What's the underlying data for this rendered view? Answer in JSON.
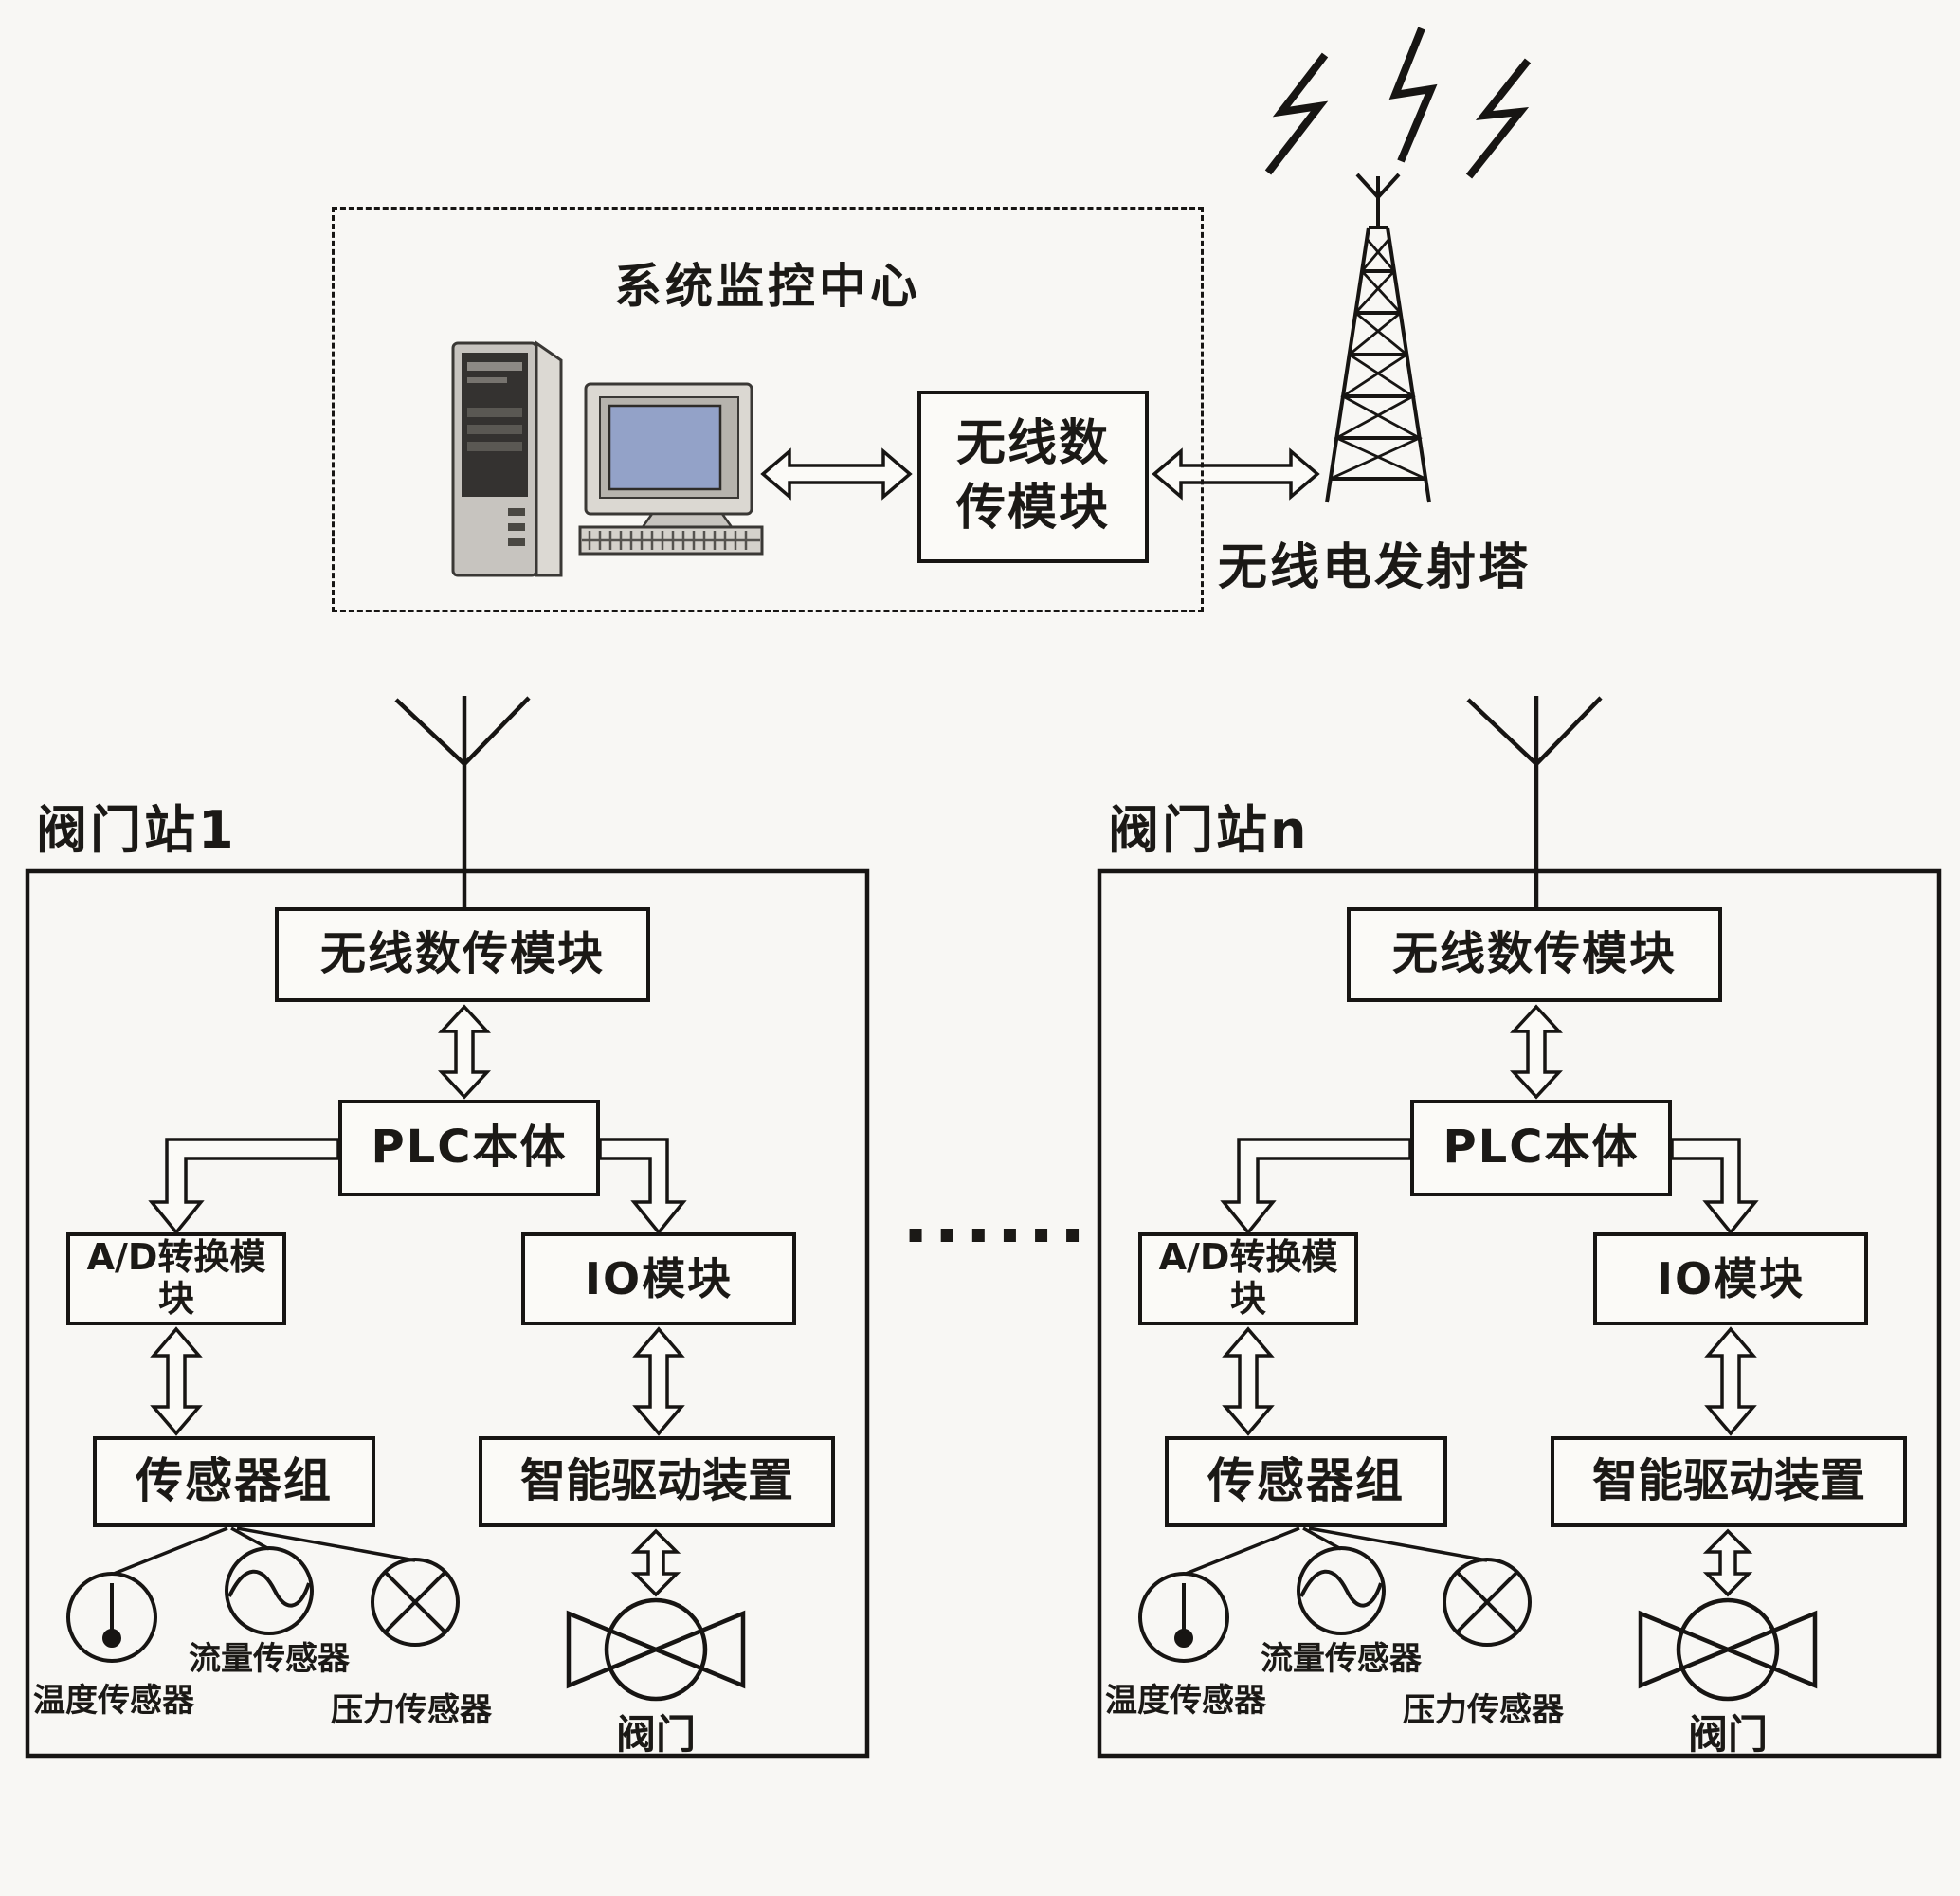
{
  "monitoring_center": {
    "title": "系统监控中心",
    "wireless_module": {
      "line1": "无线数",
      "line2": "传模块"
    },
    "tower_label": "无线电发射塔"
  },
  "separator": {
    "dots": "......"
  },
  "stations": [
    {
      "title": "阀门站1",
      "wireless_module": "无线数传模块",
      "plc": "PLC本体",
      "ad_module": "A/D转换模块",
      "io_module": "IO模块",
      "sensor_group": "传感器组",
      "drive_device": "智能驱动装置",
      "sensors": {
        "temperature": "温度传感器",
        "flow": "流量传感器",
        "pressure": "压力传感器"
      },
      "valve": "阀门"
    },
    {
      "title": "阀门站n",
      "wireless_module": "无线数传模块",
      "plc": "PLC本体",
      "ad_module": "A/D转换模块",
      "io_module": "IO模块",
      "sensor_group": "传感器组",
      "drive_device": "智能驱动装置",
      "sensors": {
        "temperature": "温度传感器",
        "flow": "流量传感器",
        "pressure": "压力传感器"
      },
      "valve": "阀门"
    }
  ],
  "colors": {
    "ink": "#171513",
    "background": "#f8f7f4",
    "screen_blue": "#93a2c8"
  }
}
